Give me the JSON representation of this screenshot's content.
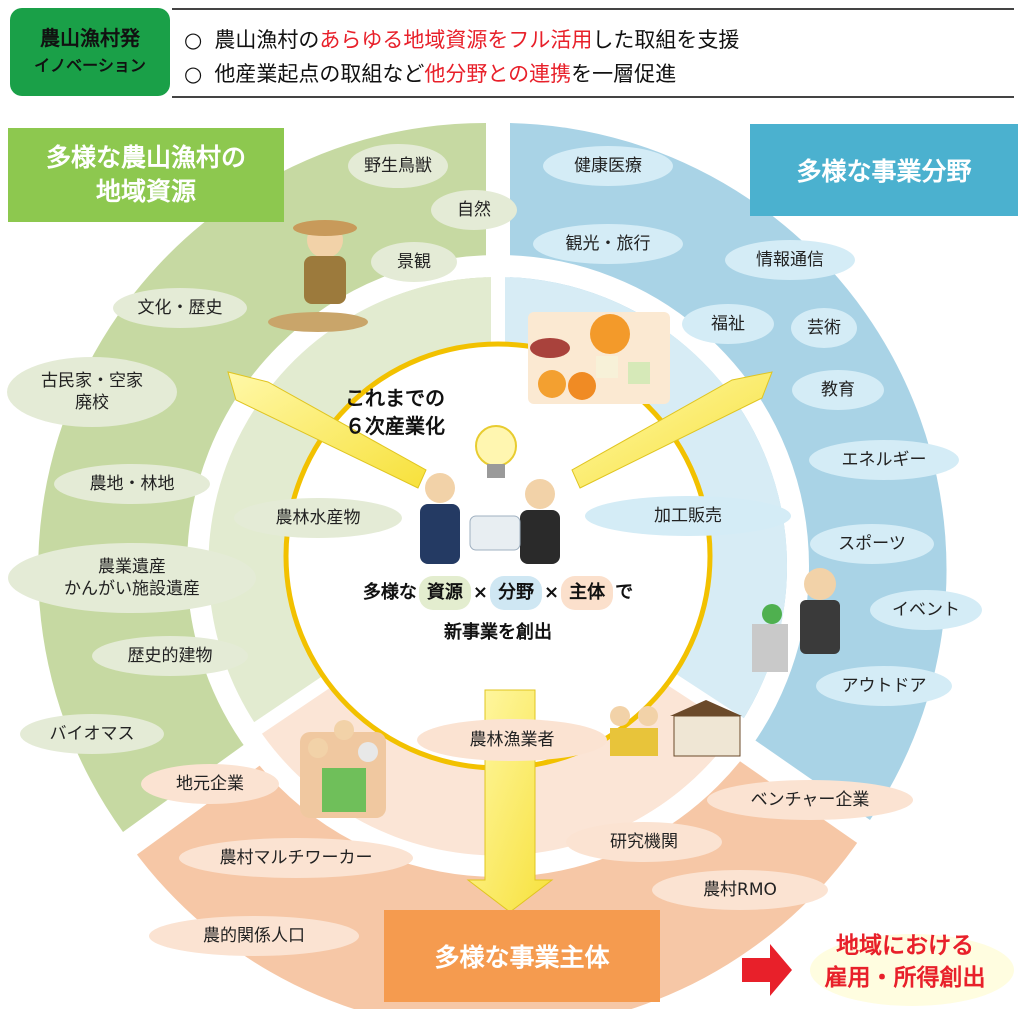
{
  "header": {
    "badge_line1": "農山漁村発",
    "badge_line2": "イノベーション",
    "bullet": "○",
    "line1_pre": "農山漁村の",
    "line1_red": "あらゆる地域資源をフル活用",
    "line1_post": "した取組を支援",
    "line2_pre": "他産業起点の取組など",
    "line2_red": "他分野との連携",
    "line2_post": "を一層促進"
  },
  "labels": {
    "green": "多様な農山漁村の\n地域資源",
    "blue": "多様な事業分野",
    "orange": "多様な事業主体"
  },
  "green_items": [
    "野生鳥獣",
    "自然",
    "景観",
    "文化・歴史",
    "古民家・空家\n廃校",
    "農地・林地",
    "農業遺産\nかんがい施設遺産",
    "歴史的建物",
    "バイオマス"
  ],
  "blue_items": [
    "健康医療",
    "観光・旅行",
    "情報通信",
    "福祉",
    "芸術",
    "教育",
    "エネルギー",
    "スポーツ",
    "イベント",
    "アウトドア"
  ],
  "orange_items": [
    "地元企業",
    "農村マルチワーカー",
    "農的関係人口",
    "ベンチャー企業",
    "研究機関",
    "農村RMO"
  ],
  "inner": {
    "green": "農林水産物",
    "blue": "加工販売",
    "orange": "農林漁業者"
  },
  "center": {
    "six_line1": "これまでの",
    "six_line2": "６次産業化",
    "main_pre": "多様な",
    "shigen": "資源",
    "times1": "×",
    "bunya": "分野",
    "times2": "×",
    "shutai": "主体",
    "main_post": "で",
    "sub": "新事業を創出"
  },
  "outcome": {
    "line1": "地域における",
    "line2": "雇用・所得創出"
  },
  "colors": {
    "green_outer": "#c6d9a2",
    "green_inner": "#e2ebd0",
    "blue_outer": "#a9d3e6",
    "blue_inner": "#d7ecf5",
    "orange_outer": "#f6c7a6",
    "orange_inner": "#fbe5d6",
    "green_label": "#8dc84f",
    "blue_label": "#4bb1cf",
    "orange_label": "#f59b4f",
    "accent_red": "#e8202a",
    "ring_yellow": "#f2c100",
    "badge_green": "#1aa048"
  }
}
